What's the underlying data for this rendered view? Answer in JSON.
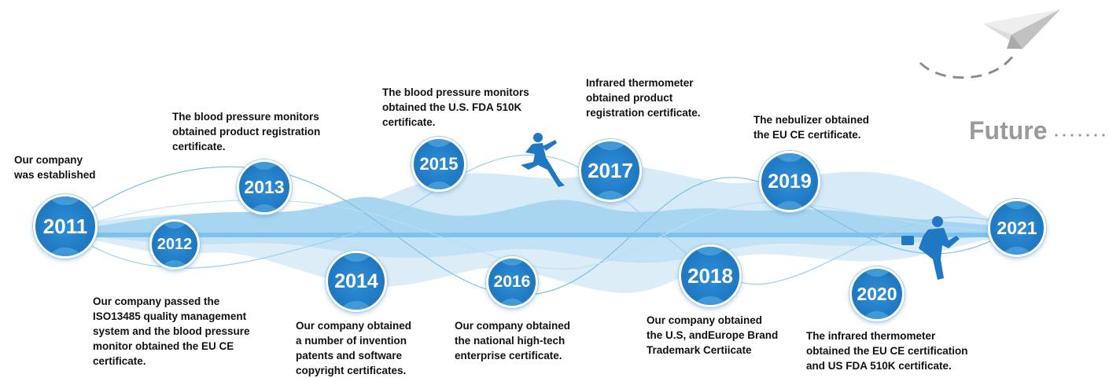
{
  "timeline": {
    "future_label": "Future",
    "nodes": [
      {
        "year": "2011",
        "caption": "Our company\nwas established"
      },
      {
        "year": "2012",
        "caption": "Our company passed the\nISO13485 quality management\nsystem and the blood pressure\nmonitor obtained the EU CE\ncertificate."
      },
      {
        "year": "2013",
        "caption": "The blood pressure monitors\nobtained product registration\ncertificate."
      },
      {
        "year": "2014",
        "caption": "Our company obtained\na number of invention\npatents and software\ncopyright certificates."
      },
      {
        "year": "2015",
        "caption": "The blood pressure monitors\nobtained the U.S. FDA 510K\ncertificate."
      },
      {
        "year": "2016",
        "caption": "Our company obtained\nthe national high-tech\nenterprise certificate."
      },
      {
        "year": "2017",
        "caption": "Infrared thermometer\nobtained product\nregistration certificate."
      },
      {
        "year": "2018",
        "caption": "Our company obtained\nthe U.S, andEurope Brand\nTrademark Certiicate"
      },
      {
        "year": "2019",
        "caption": "The nebulizer obtained\nthe EU CE certificate."
      },
      {
        "year": "2020",
        "caption": "The infrared thermometer\nobtained the EU CE certification\nand US FDA 510K certificate."
      },
      {
        "year": "2021",
        "caption": ""
      }
    ]
  },
  "decorations": {
    "paper_plane": "paper-plane-icon",
    "runner": "runner-icon",
    "businessman": "businessman-runner-icon"
  },
  "colors": {
    "node_blue": "#1f78c1",
    "wave_light": "#d8ecf8",
    "wave_mid": "#b3dcf3",
    "band": "#8fcaee",
    "future_gray": "#9a9a9a"
  }
}
